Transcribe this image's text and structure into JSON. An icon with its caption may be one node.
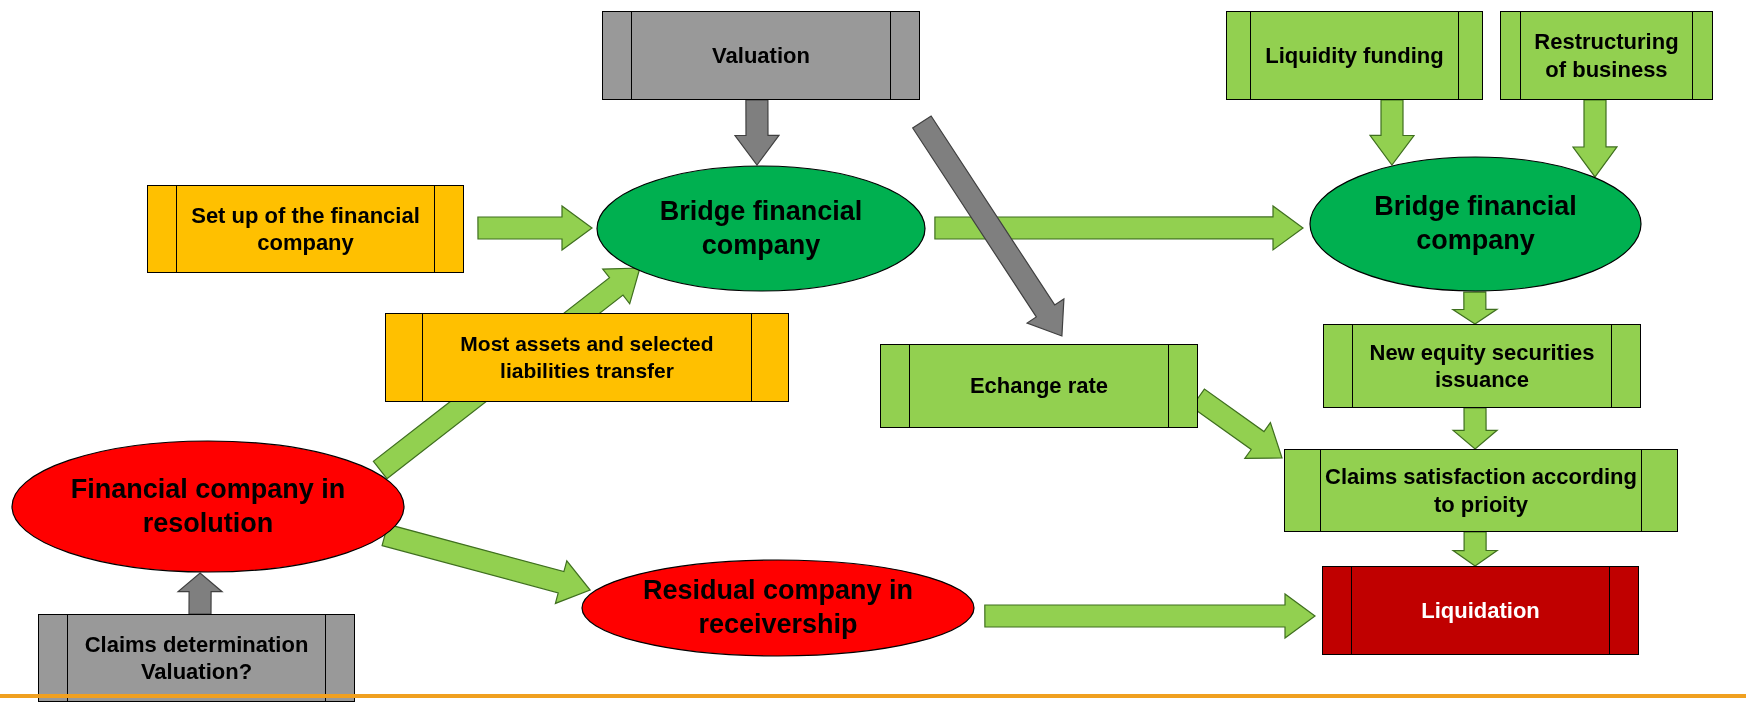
{
  "diagram": {
    "nodes": [
      {
        "text": [
          "Valuation"
        ]
      },
      {
        "text": [
          "Liquidity funding"
        ]
      },
      {
        "text": [
          "Restructuring of business"
        ]
      },
      {
        "text": [
          "Set up of the financial company"
        ]
      },
      {
        "text": [
          "Bridge financial company"
        ]
      },
      {
        "text": [
          "Bridge financial company"
        ]
      },
      {
        "text": [
          "Most assets and selected liabilities transfer"
        ]
      },
      {
        "text": [
          "Echange rate"
        ]
      },
      {
        "text": [
          "New equity securities issuance"
        ]
      },
      {
        "text": [
          "Financial company in resolution"
        ]
      },
      {
        "text": [
          "Claims satisfaction according to prioity"
        ]
      },
      {
        "text": [
          "Residual company in receivership"
        ]
      },
      {
        "text": [
          "Liquidation"
        ]
      },
      {
        "text": [
          "Claims determination Valuation?"
        ]
      }
    ],
    "edges": [
      {
        "from": 0,
        "to": 4,
        "arrow": "to",
        "color": "#7f7f7f"
      },
      {
        "from": 1,
        "to": 5,
        "arrow": "to"
      },
      {
        "from": 2,
        "to": 5,
        "arrow": "to"
      },
      {
        "from": 3,
        "to": 4,
        "arrow": "to"
      },
      {
        "from": 4,
        "to": 5,
        "arrow": "to"
      },
      {
        "from": 0,
        "to": 7,
        "arrow": "to",
        "color": "#7f7f7f"
      },
      {
        "from": 5,
        "to": 8,
        "arrow": "to"
      },
      {
        "from": 7,
        "to": 10,
        "arrow": "to"
      },
      {
        "from": 8,
        "to": 10,
        "arrow": "to"
      },
      {
        "from": 10,
        "to": 12,
        "arrow": "to"
      },
      {
        "from": 9,
        "to": 4,
        "arrow": "to"
      },
      {
        "from": 9,
        "to": 11,
        "arrow": "to"
      },
      {
        "from": 11,
        "to": 12,
        "arrow": "to"
      },
      {
        "from": 13,
        "to": 9,
        "arrow": "to",
        "color": "#7f7f7f"
      }
    ]
  }
}
